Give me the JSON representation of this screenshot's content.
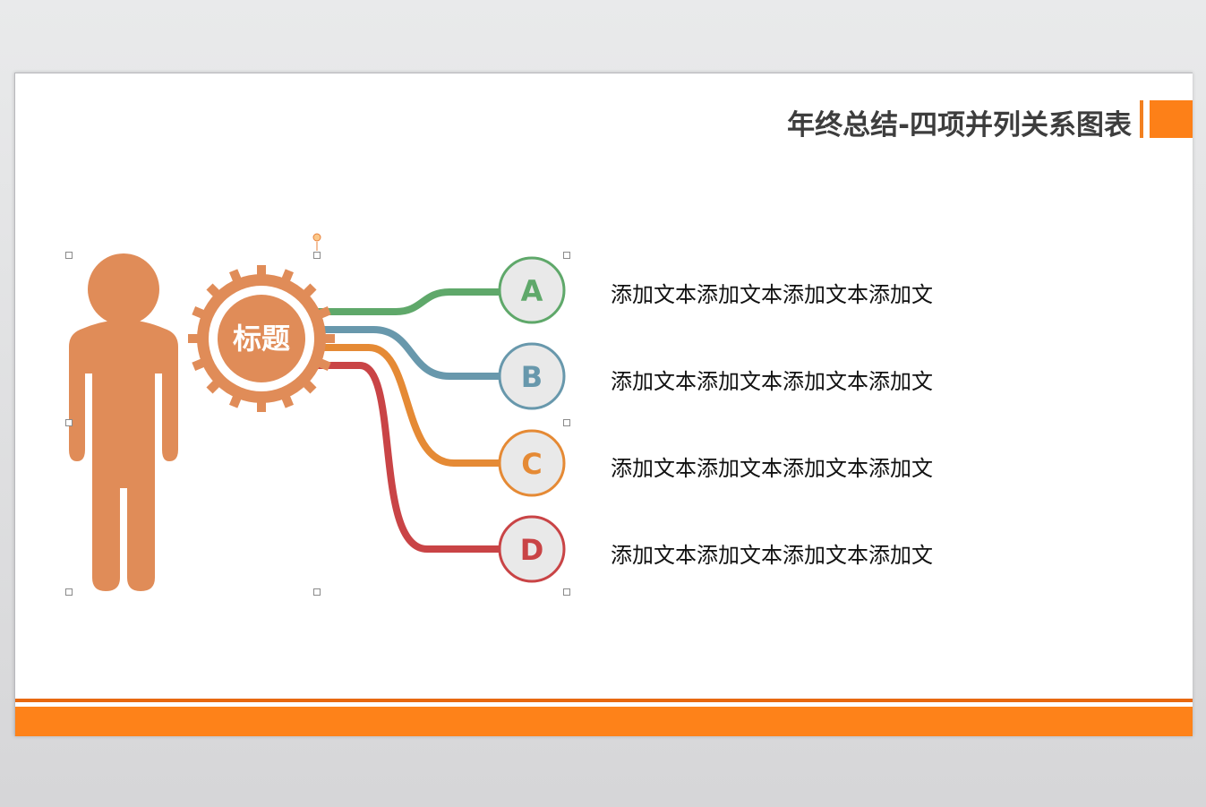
{
  "slide": {
    "title": "年终总结-四项并列关系图表",
    "center_label": "标题",
    "accent_color": "#fd8018",
    "figure_color": "#e08c58",
    "items": [
      {
        "letter": "A",
        "color": "#5fa86a",
        "text": "添加文本添加文本添加文本添加文"
      },
      {
        "letter": "B",
        "color": "#6898ac",
        "text": "添加文本添加文本添加文本添加文"
      },
      {
        "letter": "C",
        "color": "#e58a35",
        "text": "添加文本添加文本添加文本添加文"
      },
      {
        "letter": "D",
        "color": "#c94446",
        "text": "添加文本添加文本添加文本添加文"
      }
    ]
  },
  "icons": {
    "person": "person-icon",
    "gear": "gear-icon"
  }
}
